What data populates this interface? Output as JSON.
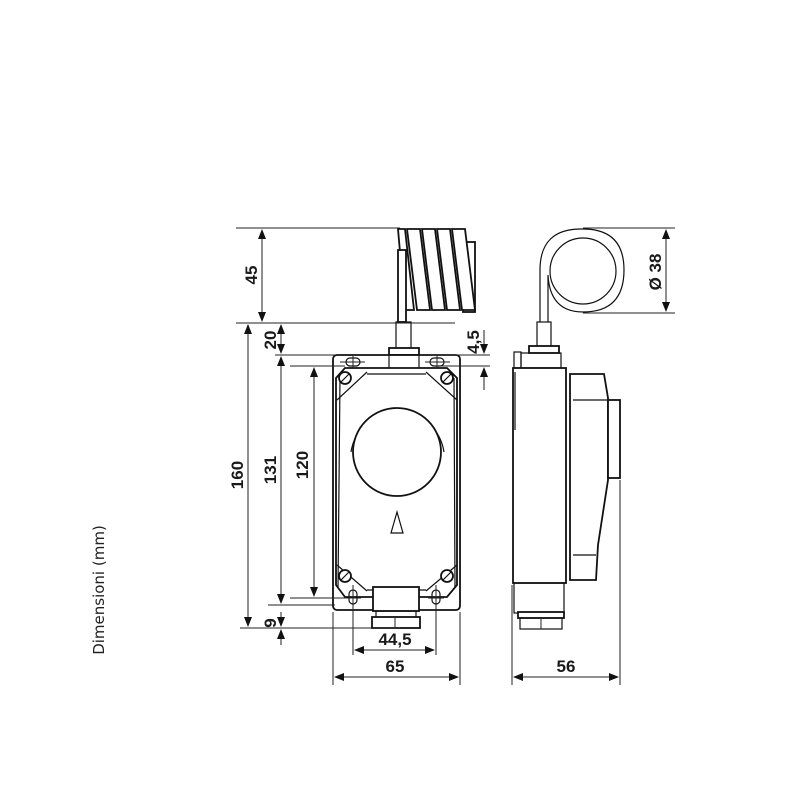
{
  "caption": "Dimensioni (mm)",
  "dimensions": {
    "coil_height": "45",
    "total_height": "160",
    "gland_to_plate": "20",
    "hole_spacing_vertical": "131",
    "body_height": "120",
    "bottom_gland": "9",
    "top_offset": "4,5",
    "hole_spacing_horizontal": "44,5",
    "plate_width": "65",
    "depth": "56",
    "coil_diameter": "Ø 38"
  }
}
